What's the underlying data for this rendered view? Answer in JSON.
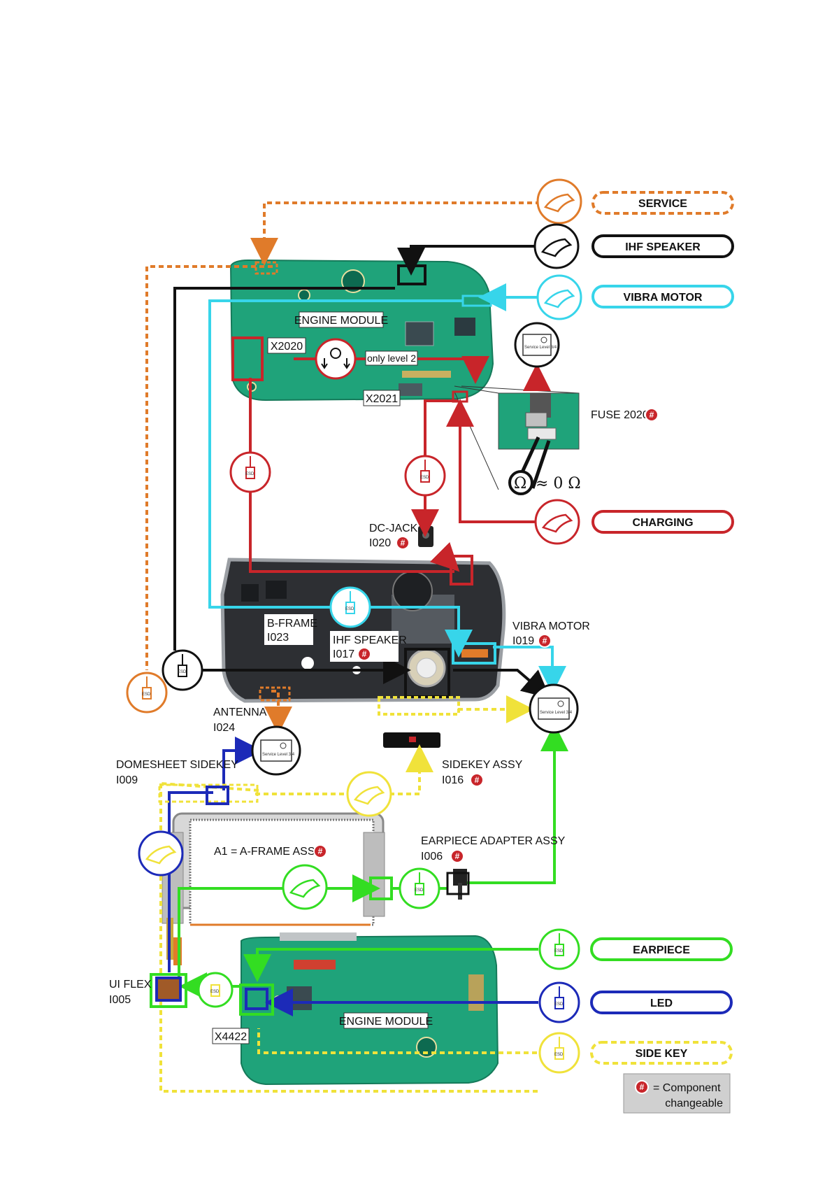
{
  "categories": {
    "service": {
      "label": "SERVICE",
      "color": "#e07b2a"
    },
    "ihf_speaker": {
      "label": "IHF SPEAKER",
      "color": "#111111"
    },
    "vibra_motor": {
      "label": "VIBRA MOTOR",
      "color": "#37d5ea"
    },
    "charging": {
      "label": "CHARGING",
      "color": "#c8252a"
    },
    "earpiece": {
      "label": "EARPIECE",
      "color": "#33dd22"
    },
    "led": {
      "label": "LED",
      "color": "#1c2ab8"
    },
    "side_key": {
      "label": "SIDE KEY",
      "color": "#f0e23a"
    }
  },
  "labels": {
    "engine_module_top": "ENGINE MODULE",
    "x2020": "X2020",
    "only_level_2": "only level 2",
    "x2021": "X2021",
    "fuse_2020": "FUSE 2020",
    "ohm_reading": "≈ 0 Ω",
    "dc_jack": "DC-JACK",
    "dc_jack_code": "I020",
    "b_frame": "B-FRAME",
    "b_frame_code": "I023",
    "ihf_speaker": "IHF SPEAKER",
    "ihf_speaker_code": "I017",
    "vibra_motor": "VIBRA MOTOR",
    "vibra_motor_code": "I019",
    "antenna": "ANTENNA",
    "antenna_code": "I024",
    "domesheet_sidekey": "DOMESHEET SIDEKEY",
    "domesheet_sidekey_code": "I009",
    "sidekey_assy": "SIDEKEY ASSY",
    "sidekey_assy_code": "I016",
    "a1_aframe": "A1 = A-FRAME ASSY",
    "earpiece_adapter": "EARPIECE ADAPTER ASSY",
    "earpiece_adapter_code": "I006",
    "ui_flex": "UI FLEX",
    "ui_flex_code": "I005",
    "x4422": "X4422",
    "engine_module_bottom": "ENGINE MODULE"
  },
  "icons": {
    "esd": "ESD",
    "service_box": "Service Level 3/4",
    "hash": "#"
  },
  "legend": {
    "line1": "= Component",
    "line2": "changeable"
  }
}
